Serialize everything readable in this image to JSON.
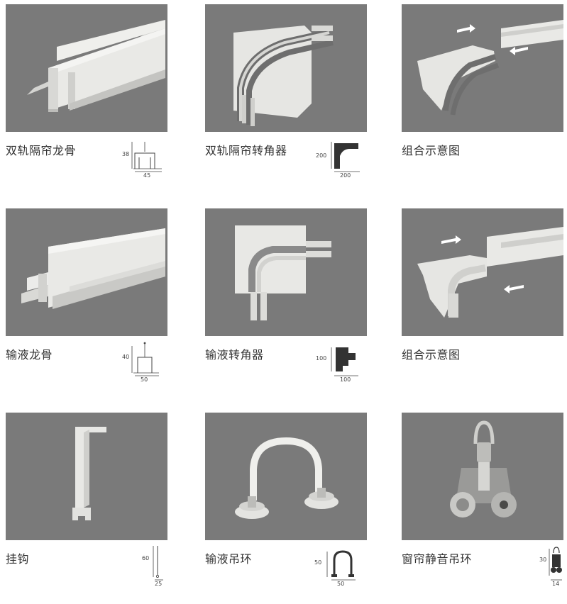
{
  "products": [
    {
      "name": "双轨隔帘龙骨",
      "dim_v": "38",
      "dim_h": "45"
    },
    {
      "name": "双轨隔帘转角器",
      "dim_v": "200",
      "dim_h": "200"
    },
    {
      "name": "组合示意图"
    },
    {
      "name": "输液龙骨",
      "dim_v": "40",
      "dim_h": "50"
    },
    {
      "name": "输液转角器",
      "dim_v": "100",
      "dim_h": "100"
    },
    {
      "name": "组合示意图"
    },
    {
      "name": "挂钩",
      "dim_v": "60",
      "dim_h": "25"
    },
    {
      "name": "输液吊环",
      "dim_v": "50",
      "dim_h": "50"
    },
    {
      "name": "窗帘静音吊环",
      "dim_v": "30",
      "dim_h": "14"
    }
  ],
  "colors": {
    "photo_bg": "#7a7a7a",
    "part": "#e8e8e6",
    "part_shade": "#c9c9c6",
    "diagram_fill": "#333333"
  }
}
